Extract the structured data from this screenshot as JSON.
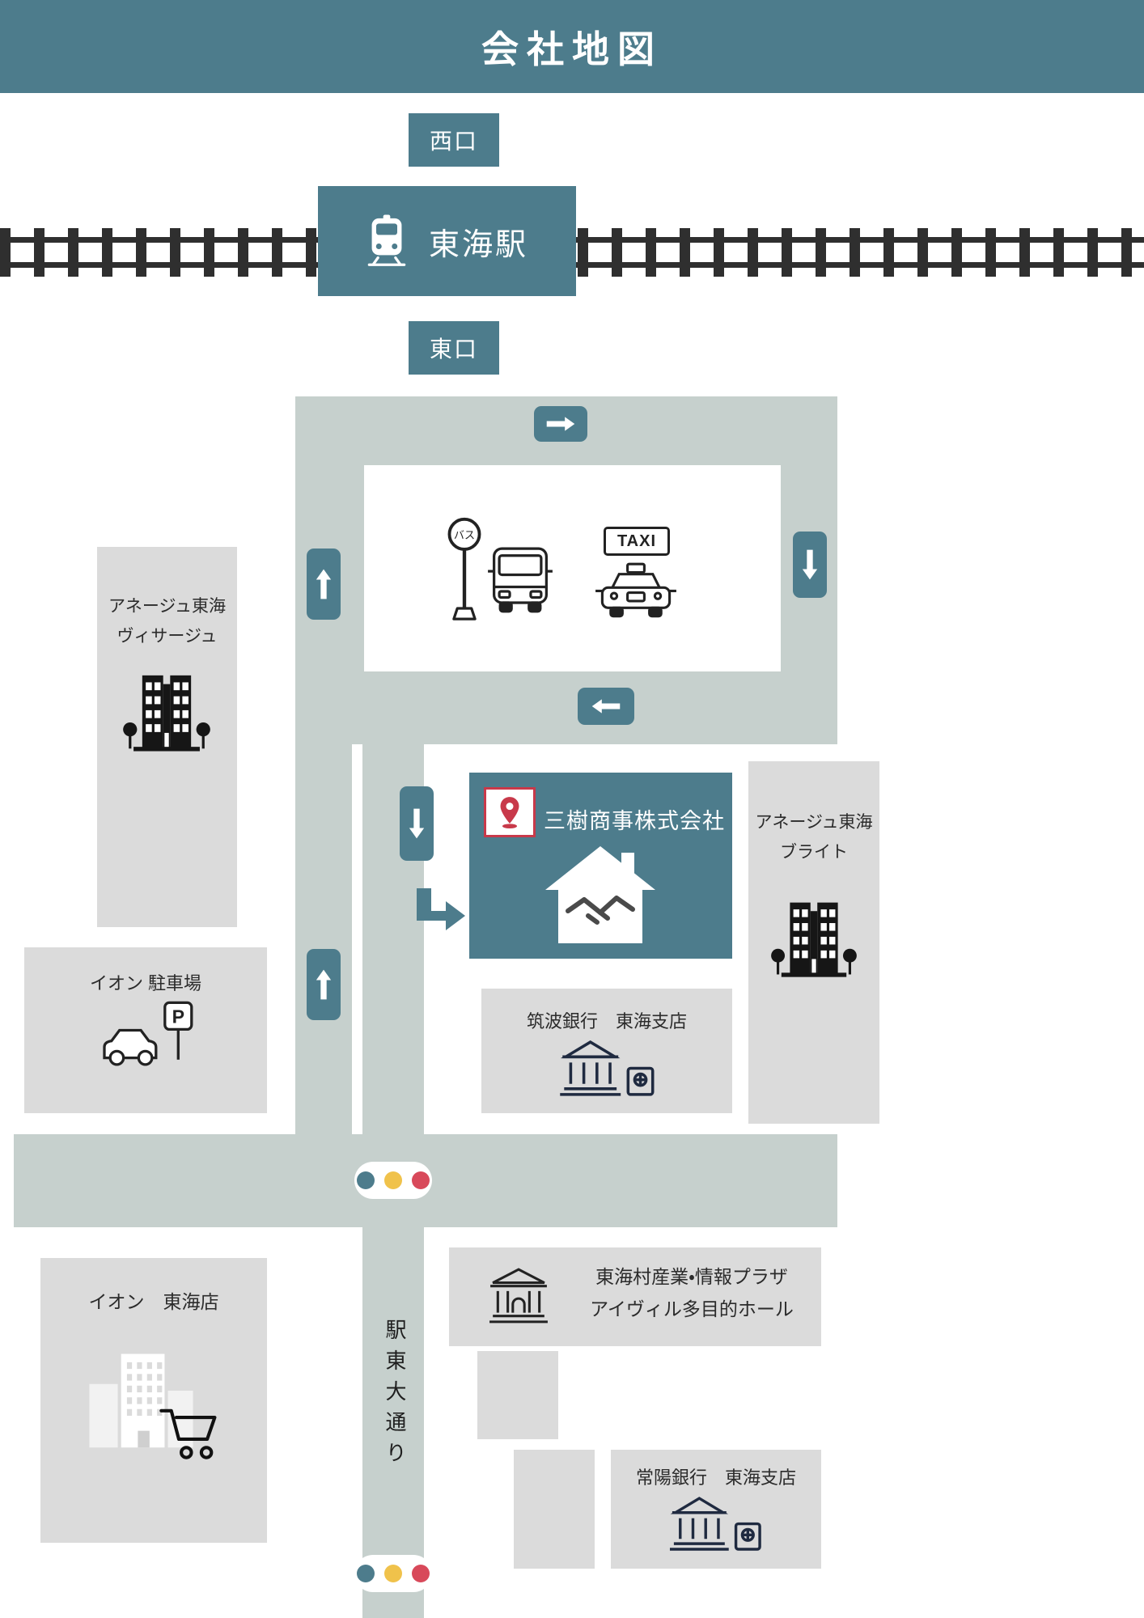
{
  "title": "会社地図",
  "station": {
    "name": "東海駅",
    "west_exit": "西口",
    "east_exit": "東口"
  },
  "plaza": {
    "bus_stop_sign": "バス",
    "taxi_sign": "TAXI"
  },
  "company": {
    "name": "三樹商事株式会社"
  },
  "places": {
    "anage_visage": {
      "line1": "アネージュ東海",
      "line2": "ヴィサージュ"
    },
    "aeon_parking": {
      "label": "イオン 駐車場"
    },
    "anage_bright": {
      "line1": "アネージュ東海",
      "line2": "ブライト"
    },
    "tsukuba_bank": {
      "label": "筑波銀行　東海支店"
    },
    "aeon_store": {
      "label": "イオン　東海店"
    },
    "ivil_plaza": {
      "line1": "東海村産業・情報プラザ",
      "line2": "アイヴィル多目的ホール"
    },
    "joyo_bank": {
      "label": "常陽銀行　東海支店"
    },
    "parking_sign": "P"
  },
  "roads": {
    "avenue": "駅東大通り"
  },
  "colors": {
    "teal": "#4d7c8c",
    "road_sage": "#c6d0cd",
    "building_gray": "#dbdbdb",
    "signal_teal": "#4d7c8c",
    "signal_yellow": "#f0c24b",
    "signal_red": "#d8495a",
    "pin_red": "#c8394a",
    "rail_dark": "#2f2f2f"
  }
}
